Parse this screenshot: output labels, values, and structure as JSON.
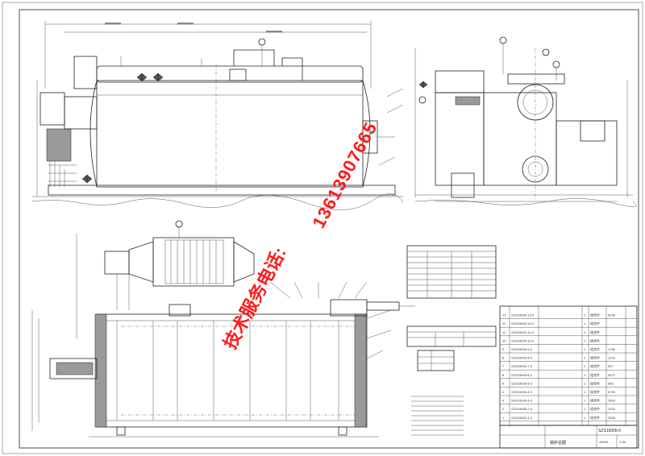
{
  "watermark": {
    "phone_text": "13613907665",
    "label_text": "技术服务电话:"
  },
  "drawing": {
    "title_block": {
      "drawing_no": "SZS15005-0",
      "title": "锅炉总图",
      "weight": "45000",
      "scale": "1:36"
    },
    "parts_list": [
      {
        "no": "13",
        "code": "SZS15005-13-0",
        "qty": "1",
        "material": "组合件",
        "weight": "5208"
      },
      {
        "no": "12",
        "code": "SZS15005-12-0",
        "qty": "1",
        "material": "组合件"
      },
      {
        "no": "11",
        "code": "SZS15005-11-0",
        "qty": "1",
        "material": "组合件"
      },
      {
        "no": "10",
        "code": "SZS15005-10-0",
        "qty": "1",
        "material": "组合件"
      },
      {
        "no": "9",
        "code": "SZS15005-9-0",
        "qty": "1",
        "material": "组合件",
        "weight": "1798"
      },
      {
        "no": "8",
        "code": "SZS15005-8-0",
        "qty": "1",
        "material": "组合件",
        "weight": "1216"
      },
      {
        "no": "7",
        "code": "SZS15005-7-0",
        "qty": "1",
        "material": "组合件",
        "weight": "507"
      },
      {
        "no": "6",
        "code": "SZS15005-6-0",
        "qty": "1",
        "material": "组合件",
        "weight": "4072"
      },
      {
        "no": "5",
        "code": "SZS15005-5-0",
        "qty": "1",
        "material": "组合件",
        "weight": "860"
      },
      {
        "no": "4",
        "code": "SZS15005-4-0",
        "qty": "1",
        "material": "组合件",
        "weight": "6720"
      },
      {
        "no": "3",
        "code": "SZS15005-3-0",
        "qty": "1",
        "material": "组合件",
        "weight": "1500"
      },
      {
        "no": "2",
        "code": "SZS15005-2-0",
        "qty": "1",
        "material": "组合件",
        "weight": "1076"
      },
      {
        "no": "1",
        "code": "SZS15005-1-0",
        "qty": "1",
        "material": "组合件",
        "weight": "2165"
      }
    ]
  }
}
